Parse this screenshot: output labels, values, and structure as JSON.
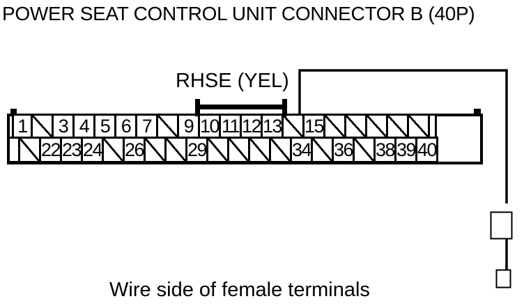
{
  "title": "POWER SEAT CONTROL UNIT CONNECTOR B (40P)",
  "wire": {
    "label": "RHSE (YEL)",
    "color_code": "YEL",
    "target_pin": "13"
  },
  "caption": "Wire side of female terminals",
  "connector": {
    "designation": "B",
    "pin_count_label": "40P",
    "rows": {
      "top": [
        "1",
        "/",
        "3",
        "4",
        "5",
        "6",
        "7",
        "/",
        "9",
        "10",
        "11",
        "12",
        "13",
        "/",
        "15",
        "/",
        "/",
        "/",
        "/",
        "/",
        ""
      ],
      "bottom": [
        "",
        "/",
        "22",
        "23",
        "24",
        "/",
        "26",
        "/",
        "/",
        "29",
        "/",
        "/",
        "/",
        "/",
        "34",
        "/",
        "36",
        "/",
        "38",
        "39",
        "40"
      ]
    }
  },
  "colors": {
    "ink": "#000000",
    "paper": "#ffffff"
  }
}
